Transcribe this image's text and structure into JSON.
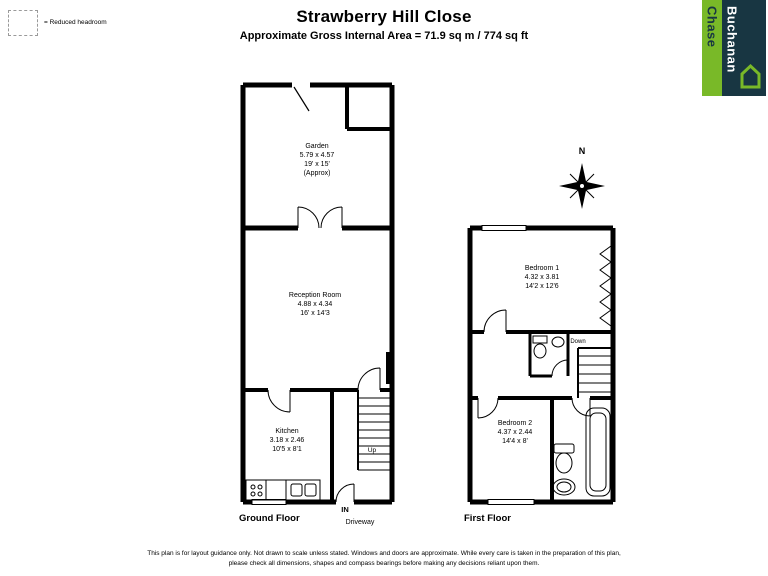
{
  "header": {
    "title": "Strawberry Hill Close",
    "subtitle": "Approximate Gross Internal Area = 71.9 sq m / 774 sq ft"
  },
  "legend": {
    "reduced_headroom": "= Reduced headroom"
  },
  "logo": {
    "brand_top": "Chase",
    "brand_bottom": "Buchanan",
    "navy": "#183642",
    "green": "#79b928"
  },
  "compass": {
    "north_label": "N"
  },
  "ground_floor": {
    "caption": "Ground Floor",
    "rooms": {
      "garden": {
        "name": "Garden",
        "size_metric": "5.79 x 4.57",
        "size_imperial": "19' x 15'",
        "note": "(Approx)"
      },
      "reception": {
        "name": "Reception Room",
        "size_metric": "4.88 x 4.34",
        "size_imperial": "16' x 14'3"
      },
      "kitchen": {
        "name": "Kitchen",
        "size_metric": "3.18 x 2.46",
        "size_imperial": "10'5 x 8'1"
      }
    },
    "labels": {
      "up": "Up",
      "entrance": "IN",
      "driveway": "Driveway"
    }
  },
  "first_floor": {
    "caption": "First Floor",
    "rooms": {
      "bedroom1": {
        "name": "Bedroom 1",
        "size_metric": "4.32 x 3.81",
        "size_imperial": "14'2 x 12'6"
      },
      "bedroom2": {
        "name": "Bedroom 2",
        "size_metric": "4.37 x 2.44",
        "size_imperial": "14'4 x 8'"
      }
    },
    "labels": {
      "down": "Down"
    }
  },
  "footer": {
    "line1": "This plan is for layout guidance only. Not drawn to scale unless stated. Windows and doors are approximate. While every care is taken in the preparation of this plan,",
    "line2": "please check all dimensions, shapes and compass bearings before making any decisions reliant upon them."
  }
}
